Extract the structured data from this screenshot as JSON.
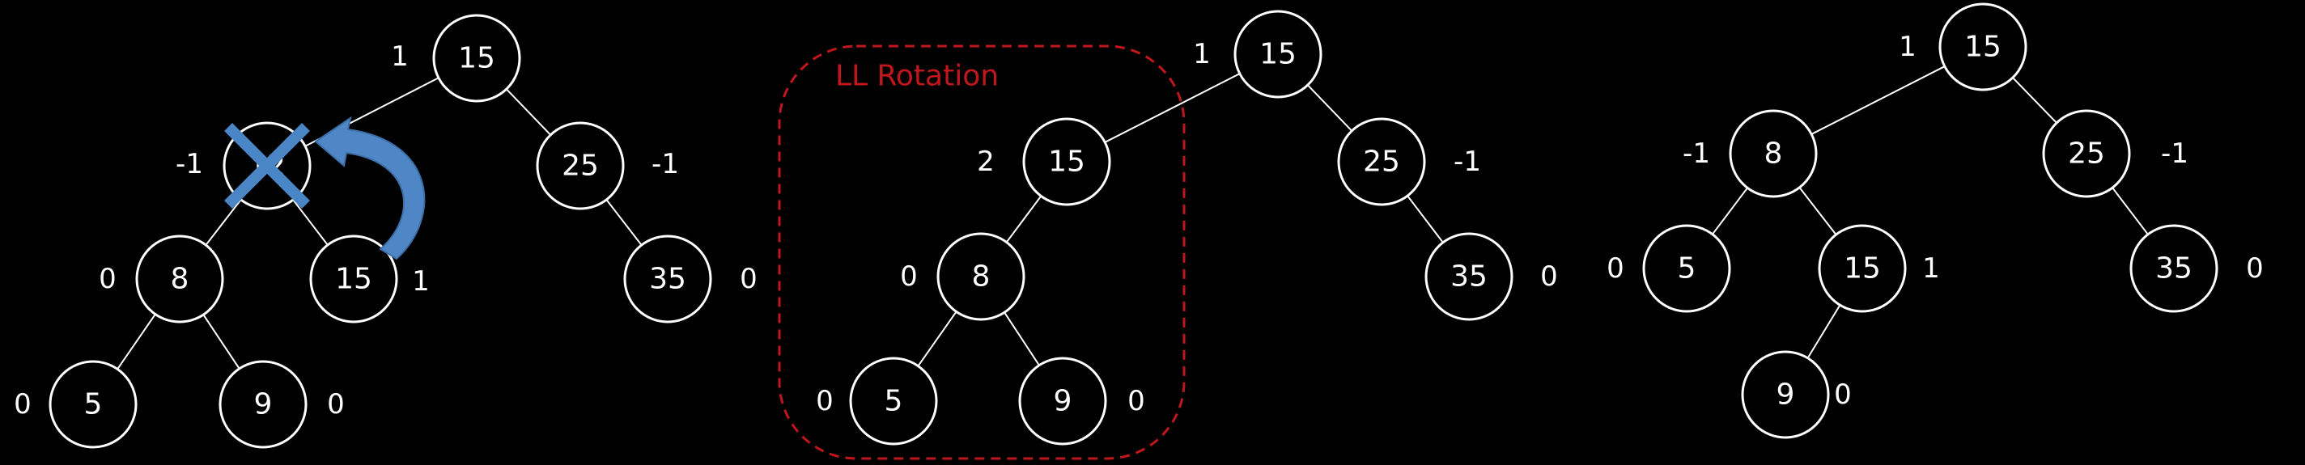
{
  "colors": {
    "background": "#000000",
    "node_stroke": "#ffffff",
    "text": "#ffffff",
    "rotation_box": "#c0171c",
    "delete_mark": "#4a86c5",
    "arrow": "#4f86c6"
  },
  "trees": [
    {
      "id": "before",
      "nodes": [
        {
          "key": "n15",
          "label": "15",
          "bf": "1"
        },
        {
          "key": "n12",
          "label": "12",
          "bf": "-1",
          "deleted": true
        },
        {
          "key": "n25",
          "label": "25",
          "bf": "-1"
        },
        {
          "key": "n8",
          "label": "8",
          "bf": "0"
        },
        {
          "key": "n15b",
          "label": "15",
          "bf": "1"
        },
        {
          "key": "n35",
          "label": "35",
          "bf": "0"
        },
        {
          "key": "n5",
          "label": "5",
          "bf": "0"
        },
        {
          "key": "n9",
          "label": "9",
          "bf": "0"
        }
      ],
      "edges": [
        [
          "n15",
          "n12"
        ],
        [
          "n15",
          "n25"
        ],
        [
          "n12",
          "n8"
        ],
        [
          "n12",
          "n15b"
        ],
        [
          "n25",
          "n35"
        ],
        [
          "n8",
          "n5"
        ],
        [
          "n8",
          "n9"
        ]
      ]
    },
    {
      "id": "rotation",
      "nodes": [
        {
          "key": "m15",
          "label": "15",
          "bf": "1"
        },
        {
          "key": "m15b",
          "label": "15",
          "bf": "2"
        },
        {
          "key": "m25",
          "label": "25",
          "bf": "-1"
        },
        {
          "key": "m8",
          "label": "8",
          "bf": "0"
        },
        {
          "key": "m35",
          "label": "35",
          "bf": "0"
        },
        {
          "key": "m5",
          "label": "5",
          "bf": "0"
        },
        {
          "key": "m9",
          "label": "9",
          "bf": "0"
        }
      ],
      "edges": [
        [
          "m15",
          "m15b"
        ],
        [
          "m15",
          "m25"
        ],
        [
          "m15b",
          "m8"
        ],
        [
          "m25",
          "m35"
        ],
        [
          "m8",
          "m5"
        ],
        [
          "m8",
          "m9"
        ]
      ]
    },
    {
      "id": "after",
      "nodes": [
        {
          "key": "a15",
          "label": "15",
          "bf": "1"
        },
        {
          "key": "a8",
          "label": "8",
          "bf": "-1"
        },
        {
          "key": "a25",
          "label": "25",
          "bf": "-1"
        },
        {
          "key": "a5",
          "label": "5",
          "bf": "0"
        },
        {
          "key": "a15b",
          "label": "15",
          "bf": "1"
        },
        {
          "key": "a35",
          "label": "35",
          "bf": "0"
        },
        {
          "key": "a9",
          "label": "9",
          "bf": "0"
        }
      ],
      "edges": [
        [
          "a15",
          "a8"
        ],
        [
          "a15",
          "a25"
        ],
        [
          "a8",
          "a5"
        ],
        [
          "a8",
          "a15b"
        ],
        [
          "a25",
          "a35"
        ],
        [
          "a15b",
          "a9"
        ]
      ]
    }
  ],
  "rotation_label": "LL Rotation"
}
